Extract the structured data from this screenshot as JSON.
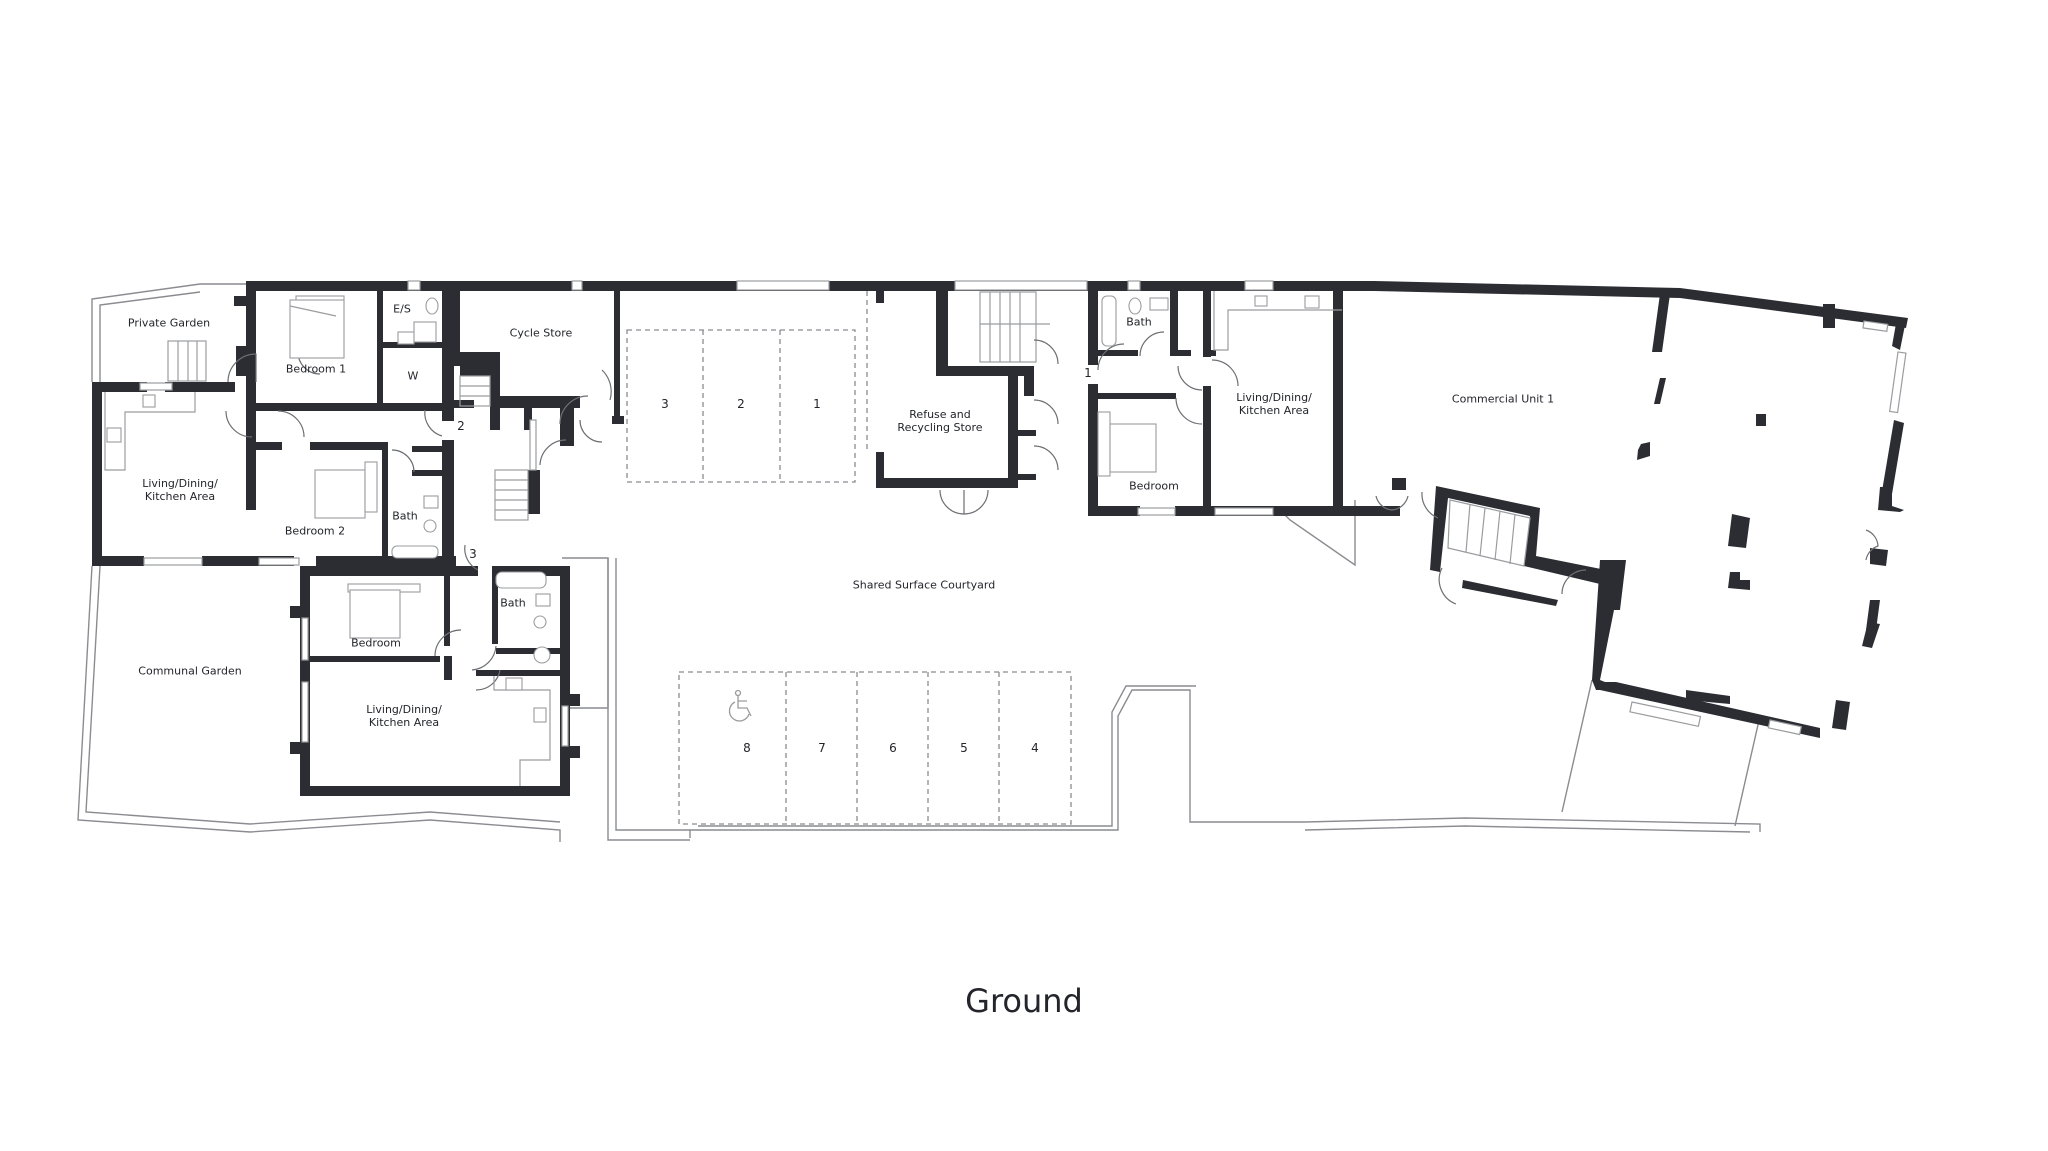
{
  "plan": {
    "level_title": "Ground",
    "colors": {
      "wall": "#2b2d33",
      "line": "#8a8c90",
      "background": "#ffffff",
      "text": "#23252b"
    },
    "rooms": {
      "private_garden": "Private Garden",
      "bedroom_1": "Bedroom 1",
      "en_suite": "E/S",
      "wardrobe": "W",
      "living_a_1": "Living/Dining/",
      "living_a_2": "Kitchen Area",
      "bedroom_2": "Bedroom 2",
      "bath_a": "Bath",
      "communal_garden": "Communal Garden",
      "bedroom_c": "Bedroom",
      "bath_c": "Bath",
      "living_c_1": "Living/Dining/",
      "living_c_2": "Kitchen Area",
      "cycle_store": "Cycle Store",
      "refuse_1": "Refuse and",
      "refuse_2": "Recycling Store",
      "bath_b": "Bath",
      "bedroom_b": "Bedroom",
      "living_b_1": "Living/Dining/",
      "living_b_2": "Kitchen Area",
      "commercial_unit": "Commercial Unit 1",
      "courtyard": "Shared Surface Courtyard"
    },
    "unit_numbers": {
      "unit_1": "1",
      "unit_2": "2",
      "unit_3": "3"
    },
    "parking_top": [
      "3",
      "2",
      "1"
    ],
    "parking_bottom": [
      "8",
      "7",
      "6",
      "5",
      "4"
    ],
    "icons": {
      "accessible_bay": "wheelchair-icon"
    }
  }
}
